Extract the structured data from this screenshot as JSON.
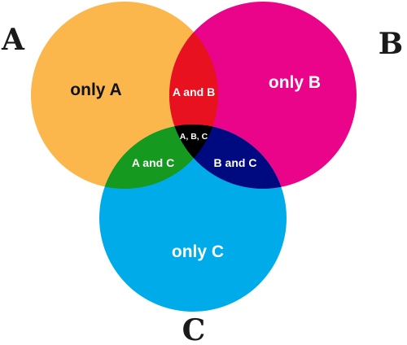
{
  "sets": {
    "a": {
      "label": "A",
      "color": "#FBB74B"
    },
    "b": {
      "label": "B",
      "color": "#EA048A"
    },
    "c": {
      "label": "C",
      "color": "#00ABEA"
    }
  },
  "regions": {
    "only_a": {
      "label": "only A",
      "text_color": "#111111"
    },
    "only_b": {
      "label": "only B",
      "text_color": "#FFFFFF"
    },
    "only_c": {
      "label": "only C",
      "text_color": "#FFFFFF"
    },
    "a_and_b": {
      "label": "A and B",
      "color": "#E8111F",
      "text_color": "#FFFFFF"
    },
    "a_and_c": {
      "label": "A and C",
      "color": "#15991F",
      "text_color": "#FFFFFF"
    },
    "b_and_c": {
      "label": "B and C",
      "color": "#000A80",
      "text_color": "#FFFFFF"
    },
    "abc": {
      "label": "A, B, C",
      "color": "#000000",
      "text_color": "#FFFFFF"
    }
  }
}
